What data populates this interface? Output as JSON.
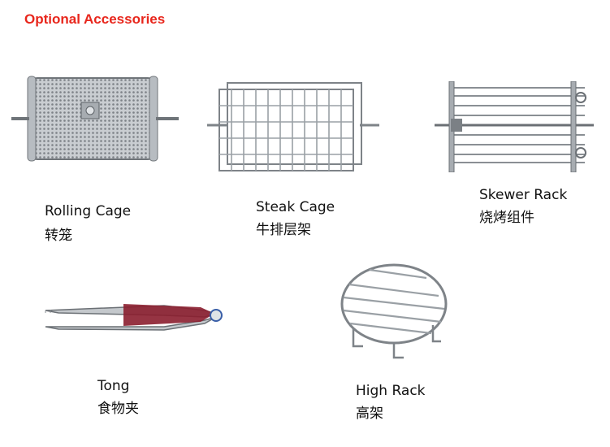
{
  "title": "Optional Accessories",
  "items": [
    {
      "en": "Rolling Cage",
      "cn": "转笼",
      "icon": "rolling-cage-icon"
    },
    {
      "en": "Steak Cage",
      "cn": "牛排层架",
      "icon": "steak-cage-icon"
    },
    {
      "en": "Skewer Rack",
      "cn": "烧烤组件",
      "icon": "skewer-rack-icon"
    },
    {
      "en": "Tong",
      "cn": "食物夹",
      "icon": "tong-icon"
    },
    {
      "en": "High Rack",
      "cn": "高架",
      "icon": "high-rack-icon"
    }
  ],
  "colors": {
    "title": "#e8261c",
    "metal": "#8a8f94",
    "handle": "#8b1e2f"
  }
}
